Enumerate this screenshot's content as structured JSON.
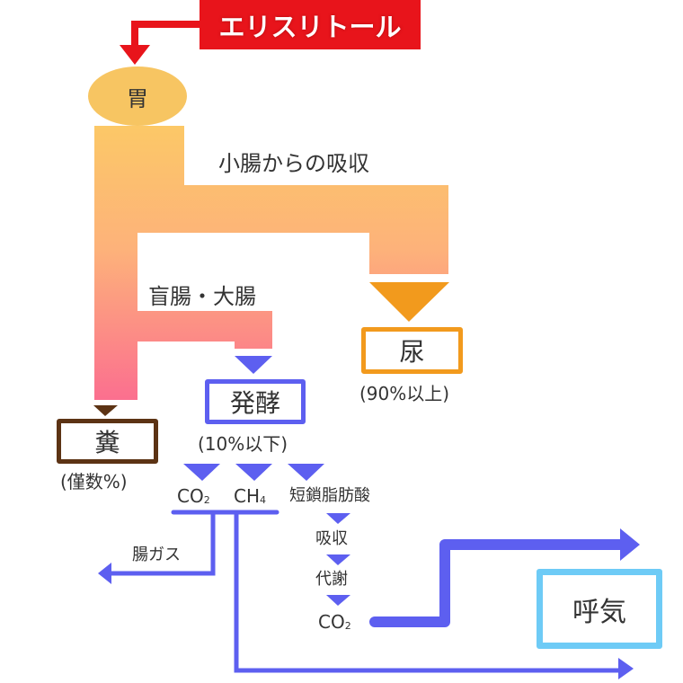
{
  "title": "エリスリトール",
  "nodes": {
    "stomach": "胃",
    "small_intestine_absorption": "小腸からの吸収",
    "cecum_large_intestine": "盲腸・大腸",
    "urine": "尿",
    "urine_share": "(90%以上)",
    "feces": "糞",
    "feces_share": "(僅数%)",
    "fermentation": "発酵",
    "fermentation_share": "(10%以下)",
    "co2_base": "CO",
    "co2_sub": "2",
    "ch4_base": "CH",
    "ch4_sub": "4",
    "scfa": "短鎖脂肪酸",
    "absorption": "吸収",
    "metabolism": "代謝",
    "co2b_base": "CO",
    "co2b_sub": "2",
    "intestinal_gas": "腸ガス",
    "exhalation": "呼気"
  },
  "colors": {
    "title_red": "#e8141b",
    "stomach_yellow": "#f7c562",
    "flow_top": "#fcc867",
    "flow_bottom": "#fb6f8f",
    "urine_orange": "#f29a1d",
    "feces_brown": "#5c3314",
    "fermentation_blue": "#5d5ff0",
    "exhalation_cyan": "#6ecbf6"
  }
}
